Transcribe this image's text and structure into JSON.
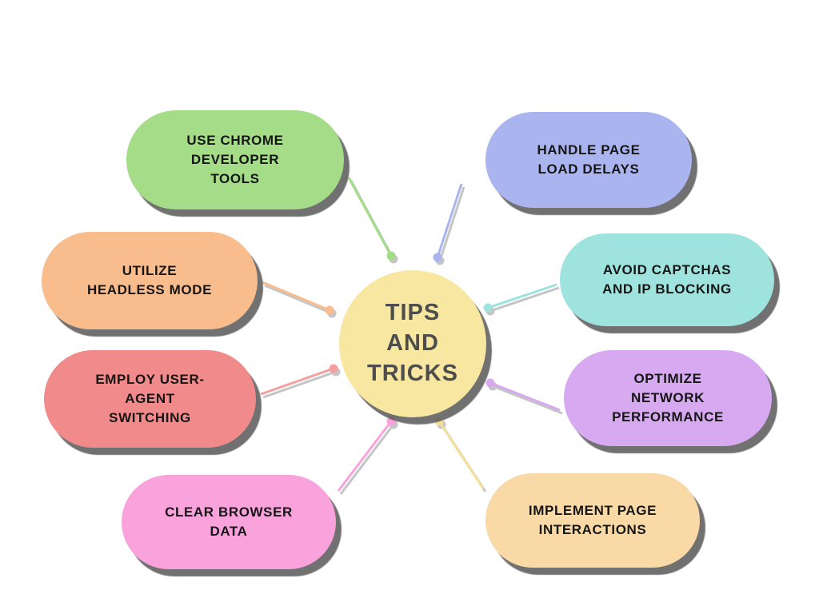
{
  "diagram": {
    "center": {
      "label": "TIPS\nAND\nTRICKS",
      "color": "#F7E7A0"
    },
    "nodes": [
      {
        "id": "use-chrome-developer-tools",
        "label": "USE CHROME\nDEVELOPER\nTOOLS",
        "color": "#A4DC88",
        "line_color": "#A4DC88"
      },
      {
        "id": "utilize-headless-mode",
        "label": "UTILIZE\nHEADLESS MODE",
        "color": "#F9BD8D",
        "line_color": "#F9BD8D"
      },
      {
        "id": "employ-user-agent-switching",
        "label": "EMPLOY USER-\nAGENT\nSWITCHING",
        "color": "#F18A8A",
        "line_color": "#F4A0A0"
      },
      {
        "id": "clear-browser-data",
        "label": "CLEAR BROWSER\nDATA",
        "color": "#FAA2DC",
        "line_color": "#FAA2DC"
      },
      {
        "id": "handle-page-load-delays",
        "label": "HANDLE PAGE\nLOAD DELAYS",
        "color": "#AAB5F0",
        "line_color": "#AAB5F0"
      },
      {
        "id": "avoid-captchas-and-ip-blocking",
        "label": "AVOID CAPTCHAS\nAND IP BLOCKING",
        "color": "#9FE3DF",
        "line_color": "#9FE3DF"
      },
      {
        "id": "optimize-network-performance",
        "label": "OPTIMIZE\nNETWORK\nPERFORMANCE",
        "color": "#D7A9F0",
        "line_color": "#D7A9F0"
      },
      {
        "id": "implement-page-interactions",
        "label": "IMPLEMENT PAGE\nINTERACTIONS",
        "color": "#F9D9A6",
        "line_color": "#F2E09A"
      }
    ]
  }
}
